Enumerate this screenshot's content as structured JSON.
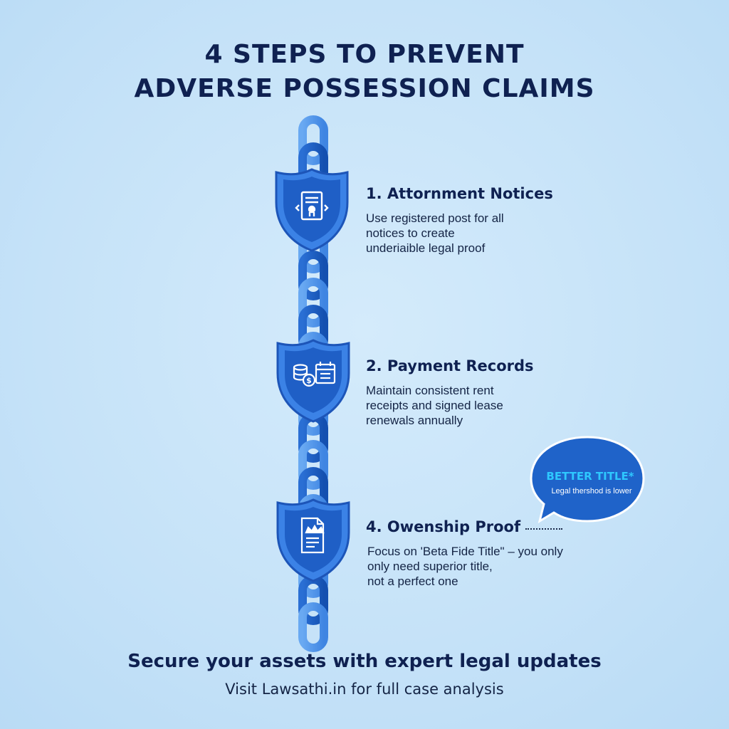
{
  "title": {
    "line1": "4 STEPS TO PREVENT",
    "line2": "ADVERSE POSSESSION CLAIMS"
  },
  "steps": [
    {
      "title": "1. Attornment Notices",
      "desc": [
        "Use registered post for all",
        "notices to create",
        "underiaible legal proof"
      ],
      "icon": "document-seal-icon"
    },
    {
      "title": "2. Payment Records",
      "desc": [
        "Maintain consistent rent",
        "receipts and signed lease",
        "renewals annually"
      ],
      "icon": "coins-calendar-icon"
    },
    {
      "title": "4. Owenship Proof",
      "desc": [
        "Focus on 'Beta Fide Title\" – you only",
        "only need superior title,",
        "not a perfect one"
      ],
      "icon": "crown-document-icon"
    }
  ],
  "callout": {
    "title": "BETTER TITLE*",
    "subtitle": "Legal thershod is lower"
  },
  "footer": {
    "line1": "Secure your assets with expert legal updates",
    "line2": "Visit Lawsathi.in for full case analysis"
  },
  "colors": {
    "background": "#c8e4f8",
    "heading": "#0f2151",
    "chain_light": "#4f96ec",
    "chain_dark": "#1f5fc6",
    "shield": "#2b6fd6",
    "bubble": "#1f63c9",
    "bubble_accent": "#2ec8ff"
  }
}
